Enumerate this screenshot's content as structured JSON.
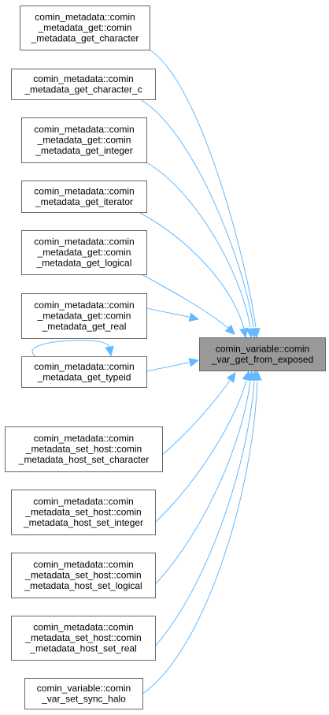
{
  "target": {
    "id": "t",
    "lines": [
      "comin_variable::comin",
      "_var_get_from_exposed"
    ]
  },
  "callers": [
    {
      "id": "n1",
      "lines": [
        "comin_metadata::comin",
        "_metadata_get::comin",
        "_metadata_get_character"
      ]
    },
    {
      "id": "n2",
      "lines": [
        "comin_metadata::comin",
        "_metadata_get_character_c"
      ]
    },
    {
      "id": "n3",
      "lines": [
        "comin_metadata::comin",
        "_metadata_get::comin",
        "_metadata_get_integer"
      ]
    },
    {
      "id": "n4",
      "lines": [
        "comin_metadata::comin",
        "_metadata_get_iterator"
      ]
    },
    {
      "id": "n5",
      "lines": [
        "comin_metadata::comin",
        "_metadata_get::comin",
        "_metadata_get_logical"
      ]
    },
    {
      "id": "n6",
      "lines": [
        "comin_metadata::comin",
        "_metadata_get::comin",
        "_metadata_get_real"
      ]
    },
    {
      "id": "n7",
      "lines": [
        "comin_metadata::comin",
        "_metadata_get_typeid"
      ],
      "self_loop": true
    },
    {
      "id": "n8",
      "lines": [
        "comin_metadata::comin",
        "_metadata_set_host::comin",
        "_metadata_host_set_character"
      ]
    },
    {
      "id": "n9",
      "lines": [
        "comin_metadata::comin",
        "_metadata_set_host::comin",
        "_metadata_host_set_integer"
      ]
    },
    {
      "id": "n10",
      "lines": [
        "comin_metadata::comin",
        "_metadata_set_host::comin",
        "_metadata_host_set_logical"
      ]
    },
    {
      "id": "n11",
      "lines": [
        "comin_metadata::comin",
        "_metadata_set_host::comin",
        "_metadata_host_set_real"
      ]
    },
    {
      "id": "n12",
      "lines": [
        "comin_variable::comin",
        "_var_set_sync_halo"
      ]
    }
  ],
  "colors": {
    "edge": "#63b8ff",
    "node_border": "#666666",
    "target_fill": "#999999"
  }
}
